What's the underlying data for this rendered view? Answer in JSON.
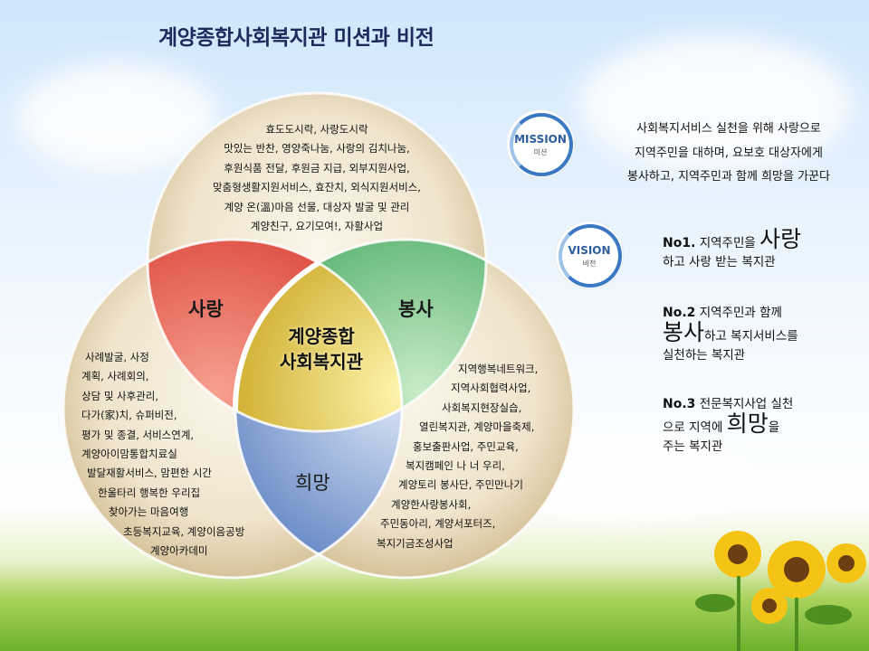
{
  "title": "계양종합사회복지관 미션과 비전",
  "diagram": {
    "top_lines": [
      "효도도시락, 사랑도시락",
      "맛있는 반찬, 영양죽나눔, 사랑의 김치나눔,",
      "후원식품 전달, 후원금 지급, 외부지원사업,",
      "맞춤형생활지원서비스, 효잔치, 외식지원서비스,",
      "계양 온(溫)마음 선물, 대상자 발굴 및 관리",
      "계양친구, 요기모여!, 자활사업"
    ],
    "left_lines": [
      "사례발굴, 사정",
      "계획, 사례회의,",
      "상담 및 사후관리,",
      "다가(家)치, 슈퍼비전,",
      "평가 및 종결, 서비스연계,",
      "계양아이맘통합치료실",
      "발달재활서비스, 맘편한 시간",
      "한울타리 행복한 우리집",
      "찾아가는 마음여행",
      "초등복지교육, 계양이음공방",
      "계양아카데미"
    ],
    "right_lines": [
      "지역행복네트워크,",
      "지역사회협력사업,",
      "사회복지현장실습,",
      "열린복지관, 계양마을축제,",
      "홍보출판사업, 주민교육,",
      "복지캠페인 나 너 우리,",
      "계양토리 봉사단, 주민만나기",
      "계양한사랑봉사회,",
      "주민동아리, 계양서포터즈,",
      "복지기금조성사업"
    ],
    "love_label": "사랑",
    "service_label": "봉사",
    "hope_label": "희망",
    "center_line1": "계양종합",
    "center_line2": "사회복지관"
  },
  "mission": {
    "badge_text": "MISSION",
    "badge_sub": "미션",
    "lines": [
      "사회복지서비스 실천을 위해 사랑으로",
      "지역주민을 대하며, 요보호 대상자에게",
      "봉사하고, 지역주민과 함께 희망을 가꾼다"
    ]
  },
  "vision": {
    "badge_text": "VISION",
    "badge_sub": "비전",
    "item1": {
      "no": "No1.",
      "text_a": " 지역주민을 ",
      "big": "사랑",
      "text_b": "하고 사랑 받는 복지관"
    },
    "item2": {
      "no": "No.2",
      "text_a": " 지역주민과 함께",
      "big": "봉사",
      "text_b": "하고 복지서비스를",
      "text_c": "실천하는 복지관"
    },
    "item3": {
      "no": "No.3",
      "text_a": " 전문복지사업 실천",
      "text_b": "으로 지역에 ",
      "big": "희망",
      "text_c": "을",
      "text_d": "주는 복지관"
    }
  },
  "colors": {
    "love": "#e8645a",
    "service": "#7fc98f",
    "hope": "#8ea7d3",
    "center": "#e6c53c",
    "beige": "#e9dcc0"
  }
}
